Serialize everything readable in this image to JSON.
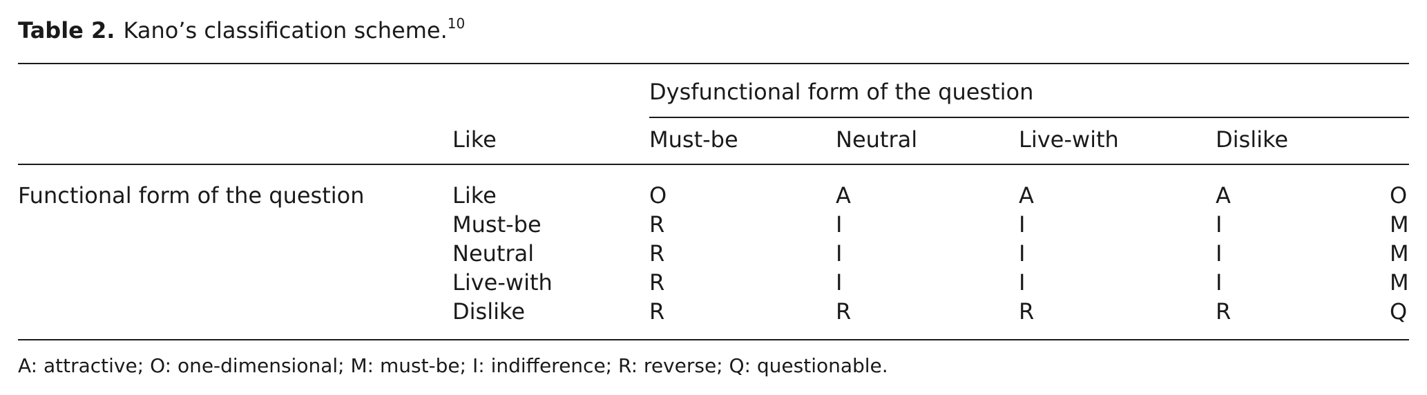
{
  "caption": {
    "label": "Table 2.",
    "title": "Kano’s classification scheme.",
    "ref": "10"
  },
  "header": {
    "spanner": "Dysfunctional form of the question",
    "columns": [
      "Like",
      "Must-be",
      "Neutral",
      "Live-with",
      "Dislike"
    ]
  },
  "stub_label": "Functional form of the question",
  "rows": [
    {
      "label": "Like",
      "values": [
        "O",
        "A",
        "A",
        "A",
        "O"
      ]
    },
    {
      "label": "Must-be",
      "values": [
        "R",
        "I",
        "I",
        "I",
        "M"
      ]
    },
    {
      "label": "Neutral",
      "values": [
        "R",
        "I",
        "I",
        "I",
        "M"
      ]
    },
    {
      "label": "Live-with",
      "values": [
        "R",
        "I",
        "I",
        "I",
        "M"
      ]
    },
    {
      "label": "Dislike",
      "values": [
        "R",
        "R",
        "R",
        "R",
        "Q"
      ]
    }
  ],
  "footnote": "A: attractive; O: one-dimensional; M: must-be; I: indifference; R: reverse; Q: questionable."
}
